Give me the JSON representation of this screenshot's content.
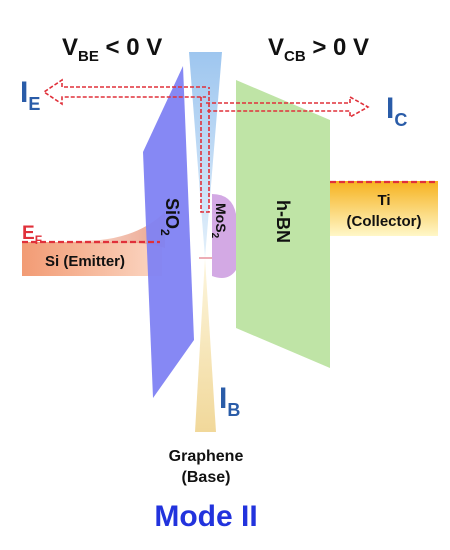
{
  "bias": {
    "vbe_main": "V",
    "vbe_sub": "BE",
    "vbe_rest": " < 0 V",
    "vcb_main": "V",
    "vcb_sub": "CB",
    "vcb_rest": " > 0 V"
  },
  "currents": {
    "ie_main": "I",
    "ie_sub": "E",
    "ic_main": "I",
    "ic_sub": "C",
    "ib_main": "I",
    "ib_sub": "B"
  },
  "fermi": {
    "main": "E",
    "sub": "F"
  },
  "layers": {
    "sio2_main": "SiO",
    "sio2_sub": "2",
    "mos2_main": "MoS",
    "mos2_sub": "2",
    "hbn": "h-BN",
    "emitter": "Si (Emitter)",
    "collector_line1": "Ti",
    "collector_line2": "(Collector)",
    "base_line1": "Graphene",
    "base_line2": "(Base)"
  },
  "mode_label": "Mode II",
  "colors": {
    "current_blue": "#2a5ca8",
    "fermi_red": "#e0303a",
    "mode_blue": "#2233dd",
    "sio2": "#7b7df2",
    "hbn": "#b9e3a0",
    "mos2": "#cfa6df",
    "emitter": "#f3a37a",
    "collector": "#f7c23a",
    "graphene_top": "#a9cdf0",
    "graphene_bottom": "#f3dfa8"
  }
}
